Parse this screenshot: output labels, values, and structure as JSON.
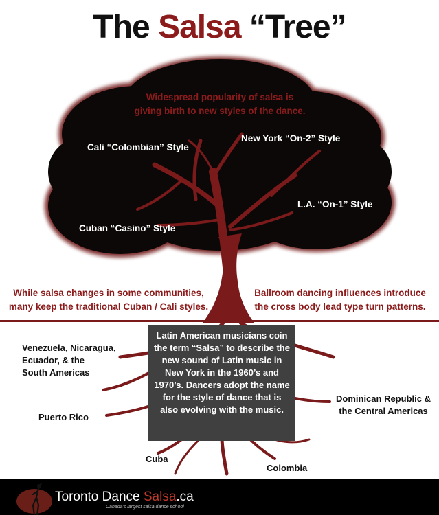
{
  "title": {
    "before": "The ",
    "accent": "Salsa",
    "after": " “Tree”"
  },
  "canopy": {
    "header_line1": "Widespread popularity of salsa is",
    "header_line2": "giving birth to new styles of the dance.",
    "styles": {
      "cali": "Cali “Colombian” Style",
      "new_york": "New York “On-2” Style",
      "la": "L.A. “On-1” Style",
      "cuban": "Cuban “Casino” Style"
    }
  },
  "trunk_notes": {
    "left_line1": "While salsa changes in some communities,",
    "left_line2": "many keep the traditional Cuban / Cali styles.",
    "right_line1": "Ballroom dancing influences introduce",
    "right_line2": "the cross body lead type turn patterns."
  },
  "roots": {
    "venezuela": [
      "Venezuela, Nicaragua,",
      "Ecuador, & the",
      "South Americas"
    ],
    "puerto_rico": "Puerto Rico",
    "cuba": "Cuba",
    "colombia": "Colombia",
    "dominican": [
      "Dominican Republic &",
      "the Central Americas"
    ]
  },
  "center_box": [
    "Latin American musicians coin",
    "the term “Salsa” to describe the",
    "new sound of Latin music in",
    "New York in the 1960’s and",
    "1970’s. Dancers adopt the name",
    "for the style of dance that is",
    "also evolving with the music."
  ],
  "footer": {
    "brand_before": "Toronto Dance ",
    "brand_accent": "Salsa",
    "brand_after": ".ca",
    "tagline": "Canada's largest salsa dance school"
  },
  "colors": {
    "accent": "#8c1c1c",
    "canopy": "#0d0808",
    "trunk": "#7a1a1a",
    "box": "#404040"
  }
}
